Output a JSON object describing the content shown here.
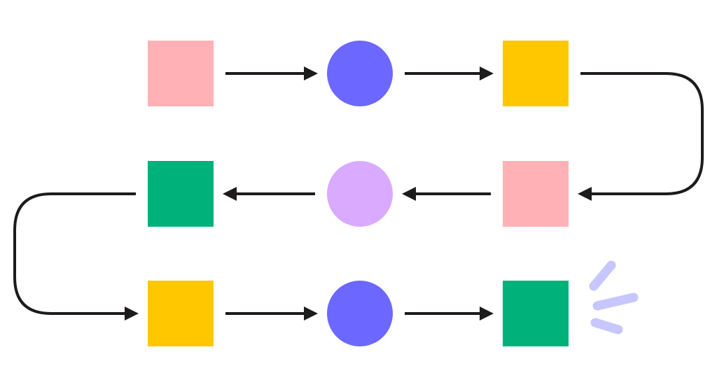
{
  "nodes": [
    {
      "id": "n1",
      "shape": "square",
      "color": "#ffb1b6"
    },
    {
      "id": "n2",
      "shape": "circle",
      "color": "#6c67ff"
    },
    {
      "id": "n3",
      "shape": "square",
      "color": "#ffc700"
    },
    {
      "id": "n4",
      "shape": "square",
      "color": "#ffb1b6"
    },
    {
      "id": "n5",
      "shape": "circle",
      "color": "#d9aaff"
    },
    {
      "id": "n6",
      "shape": "square",
      "color": "#00b27a"
    },
    {
      "id": "n7",
      "shape": "square",
      "color": "#ffc700"
    },
    {
      "id": "n8",
      "shape": "circle",
      "color": "#6c67ff"
    },
    {
      "id": "n9",
      "shape": "square",
      "color": "#00b27a"
    }
  ],
  "edges": [
    {
      "from": "n1",
      "to": "n2"
    },
    {
      "from": "n2",
      "to": "n3"
    },
    {
      "from": "n3",
      "to": "n4"
    },
    {
      "from": "n4",
      "to": "n5"
    },
    {
      "from": "n5",
      "to": "n6"
    },
    {
      "from": "n6",
      "to": "n7"
    },
    {
      "from": "n7",
      "to": "n8"
    },
    {
      "from": "n8",
      "to": "n9"
    }
  ],
  "colors": {
    "arrow": "#1e1b1b",
    "sparkle": "#c7c6ff"
  },
  "decorations": [
    {
      "type": "sparkle-lines",
      "near": "n9"
    }
  ]
}
